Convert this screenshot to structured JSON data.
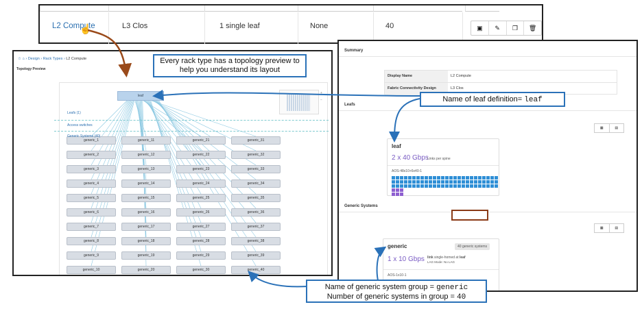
{
  "top_row": {
    "name_link": "L2 Compute",
    "design": "L3 Clos",
    "leafs": "1 single leaf",
    "access": "None",
    "systems": "40",
    "actions": [
      "clone-icon",
      "edit-icon",
      "copy-icon",
      "delete-icon"
    ]
  },
  "left_panel": {
    "breadcrumb": {
      "design": "Design",
      "rack_types": "Rack Types",
      "current": "L2 Compute"
    },
    "section_title": "Topology Preview",
    "leaf_label": "leaf",
    "side_labels": {
      "leafs": "Leafs (1)",
      "access": "Access switches",
      "generic": "Generic Systems (40)"
    },
    "generic_columns": [
      [
        "generic_1",
        "generic_2",
        "generic_3",
        "generic_4",
        "generic_5",
        "generic_6",
        "generic_7",
        "generic_8",
        "generic_9",
        "generic_10"
      ],
      [
        "generic_11",
        "generic_12",
        "generic_13",
        "generic_14",
        "generic_15",
        "generic_16",
        "generic_17",
        "generic_18",
        "generic_19",
        "generic_20"
      ],
      [
        "generic_21",
        "generic_22",
        "generic_23",
        "generic_24",
        "generic_25",
        "generic_26",
        "generic_27",
        "generic_28",
        "generic_29",
        "generic_30"
      ],
      [
        "generic_31",
        "generic_32",
        "generic_33",
        "generic_34",
        "generic_35",
        "generic_36",
        "generic_37",
        "generic_38",
        "generic_39",
        "generic_40"
      ]
    ]
  },
  "right_panel": {
    "summary_title": "Summary",
    "details": [
      {
        "key": "Display Name",
        "value": "L2 Compute"
      },
      {
        "key": "Fabric Connectivity Design",
        "value": "L3 Clos"
      }
    ],
    "leafs_title": "Leafs",
    "leaf_card": {
      "name": "leaf",
      "speed": "2 x 40 Gbps",
      "speed_note": "Links per spine",
      "port_profile": "AOS-48x10+6x40-1"
    },
    "generic_title": "Generic Systems",
    "generic_card": {
      "name": "generic",
      "count_badge": "40 generic systems",
      "speed": "1 x 10 Gbps",
      "link_prefix": "link",
      "link_text": "single-homed at",
      "link_target": "leaf",
      "lag_note": "LAG Mode: No LAG",
      "port_profile": "AOS-1x10-1"
    }
  },
  "callouts": {
    "topology": "Every rack type has a topology preview to help you understand its layout",
    "leaf_def_prefix": "Name of leaf definition=",
    "leaf_def_value": "leaf",
    "group_prefix": "Name of generic system group =",
    "group_value": "generic",
    "count_prefix": "Number of generic systems in group =",
    "count_value": "40"
  },
  "colors": {
    "callout_border": "#2a71b8",
    "arrow_brown": "#9a4a1a",
    "link": "#2a6fb0",
    "port_blue": "#2f8fd6",
    "port_purple": "#8e5fd0"
  }
}
